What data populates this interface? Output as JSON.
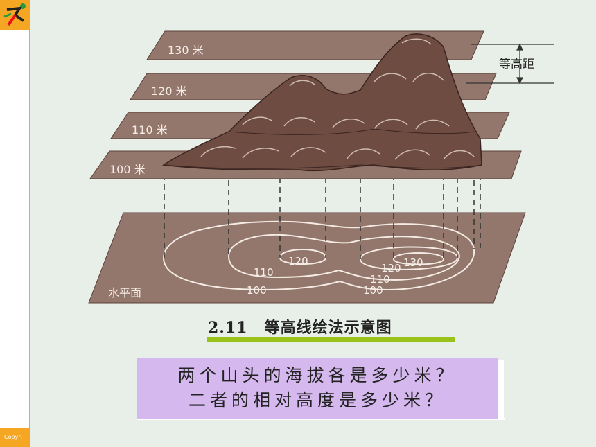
{
  "caption": {
    "number": "2.11",
    "title": "等高线绘法示意图"
  },
  "planes": {
    "p130": "130 米",
    "p120": "120 米",
    "p110": "110 米",
    "p100": "100 米",
    "base": "水平面"
  },
  "interval_label": "等高距",
  "contours": {
    "c120a": "120",
    "c110a": "110",
    "c100a": "100",
    "c130": "130",
    "c120b": "120",
    "c110b": "110",
    "c100b": "100"
  },
  "question": {
    "line1": "两个山头的海拔各是多少米？",
    "line2": "二者的相对高度是多少米？"
  },
  "footer": {
    "copyright": "Copyri"
  },
  "colors": {
    "plane": "#93776c",
    "mountain": "#6e4c42",
    "caption_bar": "#9ac21a",
    "question_bg": "#d5b8ed",
    "accent": "#f5a623"
  }
}
